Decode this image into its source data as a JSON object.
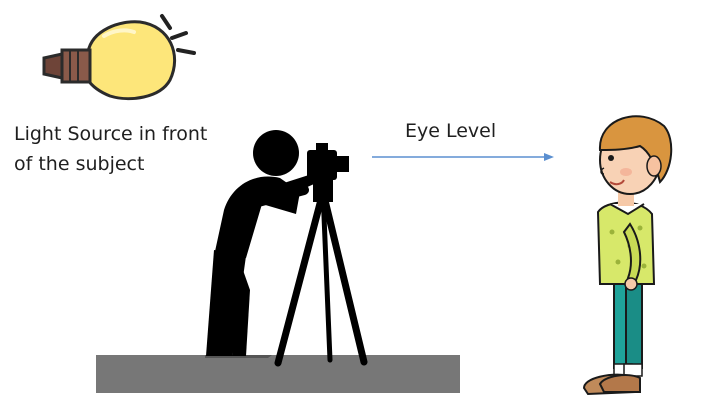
{
  "light_source": {
    "icon": "light-bulb-icon",
    "caption_line1": "Light Source in front",
    "caption_line2": "of the subject",
    "bulb_color": "#fde67a",
    "base_color": "#8a5a4a"
  },
  "eye_level": {
    "label": "Eye Level",
    "arrow_color": "#5b8fd0"
  },
  "photographer": {
    "icon": "photographer-silhouette-icon",
    "color": "#000000"
  },
  "tripod": {
    "icon": "tripod-icon"
  },
  "platform": {
    "color": "#777777"
  },
  "subject": {
    "icon": "boy-figure-icon"
  }
}
